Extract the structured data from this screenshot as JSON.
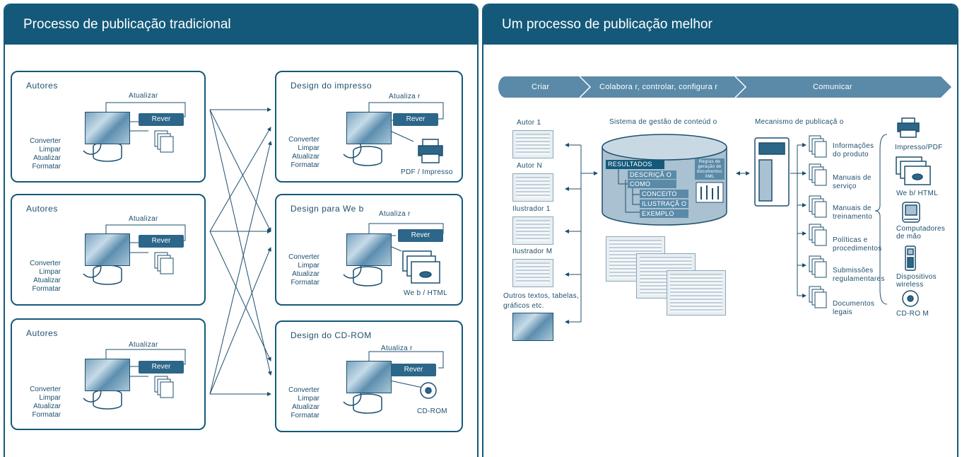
{
  "left_panel": {
    "title": "Processo de publicação tradicional",
    "author_boxes": [
      {
        "title": "Autores",
        "update": "Atualizar",
        "review": "Rever",
        "steps": [
          "Converter",
          "Limpar",
          "Atualizar",
          "Formatar"
        ]
      },
      {
        "title": "Autores",
        "update": "Atualizar",
        "review": "Rever",
        "steps": [
          "Converter",
          "Limpar",
          "Atualizar",
          "Formatar"
        ]
      },
      {
        "title": "Autores",
        "update": "Atualizar",
        "review": "Rever",
        "steps": [
          "Converter",
          "Limpar",
          "Atualizar",
          "Formatar"
        ]
      }
    ],
    "design_boxes": [
      {
        "title": "Design do impresso",
        "update": "Atualiza r",
        "review": "Rever",
        "steps": [
          "Converter",
          "Limpar",
          "Atualizar",
          "Formatar"
        ],
        "output": "PDF / Impresso",
        "output_icon": "printer-icon"
      },
      {
        "title": "Design para  We b",
        "update": "Atualiza r",
        "review": "Rever",
        "steps": [
          "Converter",
          "Limpar",
          "Atualizar",
          "Formatar"
        ],
        "output": "We b  /  HTML",
        "output_icon": "web-pages-icon"
      },
      {
        "title": "Design do CD-ROM",
        "update": "Atualiza r",
        "review": "Rever",
        "steps": [
          "Converter",
          "Limpar",
          "Atualizar",
          "Formatar"
        ],
        "output": "CD-ROM",
        "output_icon": "cd-icon"
      }
    ]
  },
  "right_panel": {
    "title": "Um processo de publicação melhor",
    "process_steps": [
      "Criar",
      "Colabora r,  controlar,  configura r",
      "Comunicar"
    ],
    "sources": [
      "Autor 1",
      "Autor N",
      "Ilustrador  1",
      "Ilustrador  M",
      "Outros textos, tabelas, gráficos etc."
    ],
    "cms": {
      "title": "Sistema de gestão de conteúd o",
      "tree": [
        "RESULTADOS",
        "DESCRIÇÃ O",
        "COMO",
        "CONCEITO",
        "ILUSTRAÇÃ O",
        "EXEMPLO"
      ],
      "rules": "Regras de geração de documentos XML"
    },
    "engine": {
      "title": "Mecanismo de publicaçã o"
    },
    "documents": [
      "Informações do produto",
      "Manuais de serviço",
      "Manuais de treinamento",
      "Políticas e procedimentos",
      "Submissões regulamentares",
      "Documentos legais"
    ],
    "outputs": [
      {
        "label": "Impresso/PDF",
        "icon": "printer-icon"
      },
      {
        "label": "We b/ HTML",
        "icon": "web-pages-icon"
      },
      {
        "label": "Computadores de mão",
        "icon": "handheld-icon"
      },
      {
        "label": "Dispositivos wireless",
        "icon": "phone-icon"
      },
      {
        "label": "CD-RO M",
        "icon": "cd-icon"
      }
    ],
    "colors": {
      "primary": "#14597a",
      "arrow_band": "#5a8aa8",
      "cylinder": "#a9c1d1"
    }
  }
}
